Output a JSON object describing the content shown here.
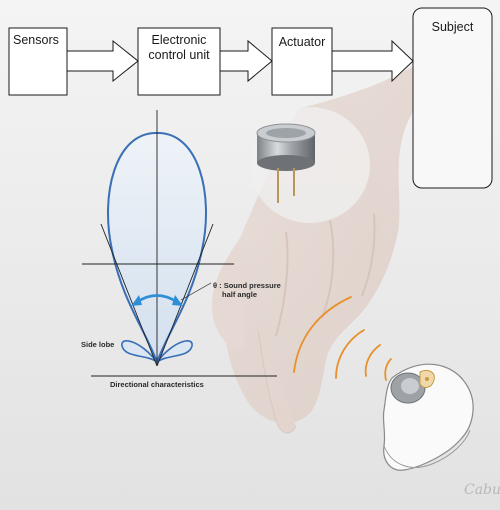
{
  "blocks": {
    "sensors": "Sensors",
    "ecu_line1": "Electronic",
    "ecu_line2": "control unit",
    "actuator": "Actuator",
    "subject": "Subject"
  },
  "directivity": {
    "angle_label_line1": "θ : Sound pressure",
    "angle_label_line2": "half angle",
    "side_lobe": "Side lobe",
    "caption": "Directional characteristics"
  },
  "signature": "Cabu",
  "colors": {
    "beam_outline": "#3a6fb6",
    "beam_fill": "#dbe6f2",
    "angle_arrow": "#2f8fd6",
    "sound_waves": "#e8902c",
    "box_stroke": "#1a1a1a"
  }
}
